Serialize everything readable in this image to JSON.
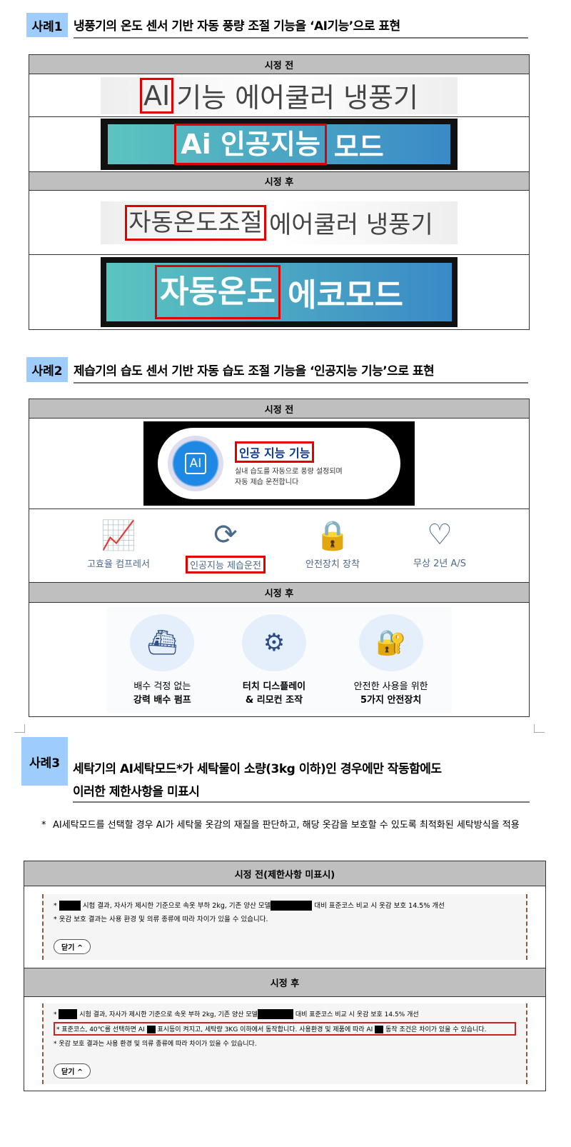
{
  "case1": {
    "badge": "사례1",
    "title": "냉풍기의 온도 센서 기반 자동 풍량 조절 기능을 ‘AI기능’으로 표현",
    "before_label": "시정 전",
    "after_label": "시정 후",
    "before_img1": {
      "highlight": "AI",
      "rest": "기능 에어쿨러 냉풍기"
    },
    "before_img2": {
      "highlight": "Ai 인공지능",
      "rest": "모드"
    },
    "after_img1": {
      "highlight": "자동온도조절",
      "rest": "에어쿨러 냉풍기"
    },
    "after_img2": {
      "highlight": "자동온도",
      "rest": "에코모드"
    }
  },
  "case2": {
    "badge": "사례2",
    "title": "제습기의 습도 센서 기반 자동 습도 조절 기능을 ‘인공지능 기능’으로 표현",
    "before_label": "시정 전",
    "after_label": "시정 후",
    "banner": {
      "chip": "AI",
      "heading": "인공 지능 기능",
      "line1": "실내 습도를 자동으로 풍량 설정되며",
      "line2": "자동 제습 운전합니다"
    },
    "features": [
      {
        "icon": "chart-up-icon",
        "label": "고효율 컴프레서"
      },
      {
        "icon": "cycle-person-icon",
        "label": "인공지능 제습운전",
        "highlight": true
      },
      {
        "icon": "lock-gauge-icon",
        "label": "안전장치 장착"
      },
      {
        "icon": "handshake-icon",
        "label": "무상 2년 A/S"
      }
    ],
    "after_features": [
      {
        "icon": "pump-icon",
        "line1": "배수 걱정 없는",
        "line2": "강력 배수 펌프"
      },
      {
        "icon": "gear-hands-icon",
        "line1": "터치 디스플레이",
        "line2": "& 리모컨 조작"
      },
      {
        "icon": "lock-certificate-icon",
        "line1": "안전한 사용을 위한",
        "line2": "5가지 안전장치"
      }
    ]
  },
  "case3": {
    "badge": "사례3",
    "title_line1": "세탁기의 AI세탁모드*가 세탁물이 소량(3kg 이하)인 경우에만 작동함에도",
    "title_line2": "이러한 제한사항을 미표시",
    "note_mark": "*",
    "note": "AI세탁모드를 선택할 경우 AI가 세탁물 옷감의 재질을 판단하고, 해당 옷감을 보호할 수 있도록 최적화된 세탁방식을 적용",
    "before_label": "시정 전(제한사항 미표시)",
    "after_label": "시정 후",
    "line_a1": "시험 결과, 자사가 제시한 기준으로 속옷 부하 2kg, 기존 양산 모델",
    "line_a2": "대비 표준코스 비교 시 옷감 보호 14.5% 개선",
    "line_b": "* 옷감 보호 결과는 사용 환경 및 의류 종류에 따라 차이가 있을 수 있습니다.",
    "line_c1": "* 표준코스, 40℃를 선택하면 AI",
    "line_c2": "표시등이 켜지고, 세탁량 3KG 이하에서 동작합니다. 사용환경 및 제품에 따라 AI",
    "line_c3": "동작 조건은 차이가 있을 수 있습니다.",
    "close": "닫기 ^"
  }
}
